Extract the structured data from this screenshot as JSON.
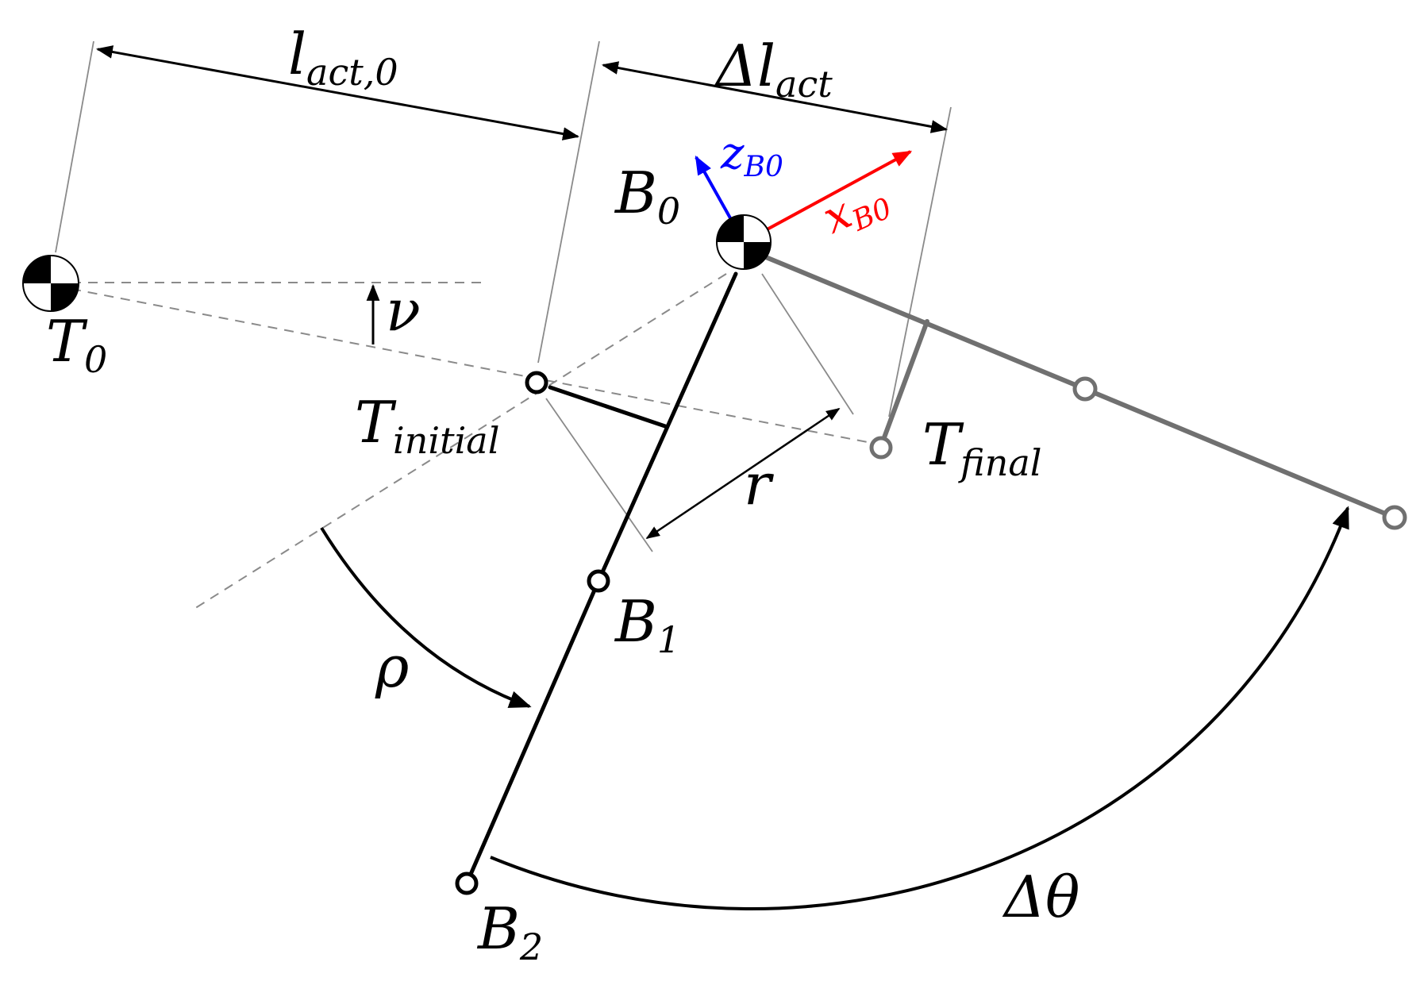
{
  "labels": {
    "l_act_0": {
      "main": "l",
      "sub": "act,0"
    },
    "delta_l_act": {
      "main": "Δl",
      "sub": "act"
    },
    "T0": {
      "main": "T",
      "sub": "0"
    },
    "B0": {
      "main": "B",
      "sub": "0"
    },
    "B1": {
      "main": "B",
      "sub": "1"
    },
    "B2": {
      "main": "B",
      "sub": "2"
    },
    "T_initial": {
      "main": "T",
      "sub": "initial"
    },
    "T_final": {
      "main": "T",
      "sub": "final"
    },
    "z_B0": {
      "main": "z",
      "sub": "B0"
    },
    "x_B0": {
      "main": "x",
      "sub": "B0"
    },
    "nu": "ν",
    "r": "r",
    "rho": "ρ",
    "delta_theta": "Δθ"
  },
  "colors": {
    "black": "#000000",
    "gray_link": "#707070",
    "thin_line": "#8a8a8a",
    "dashed": "#8a8a8a",
    "z_axis": "#0000ff",
    "x_axis": "#ff0000"
  }
}
